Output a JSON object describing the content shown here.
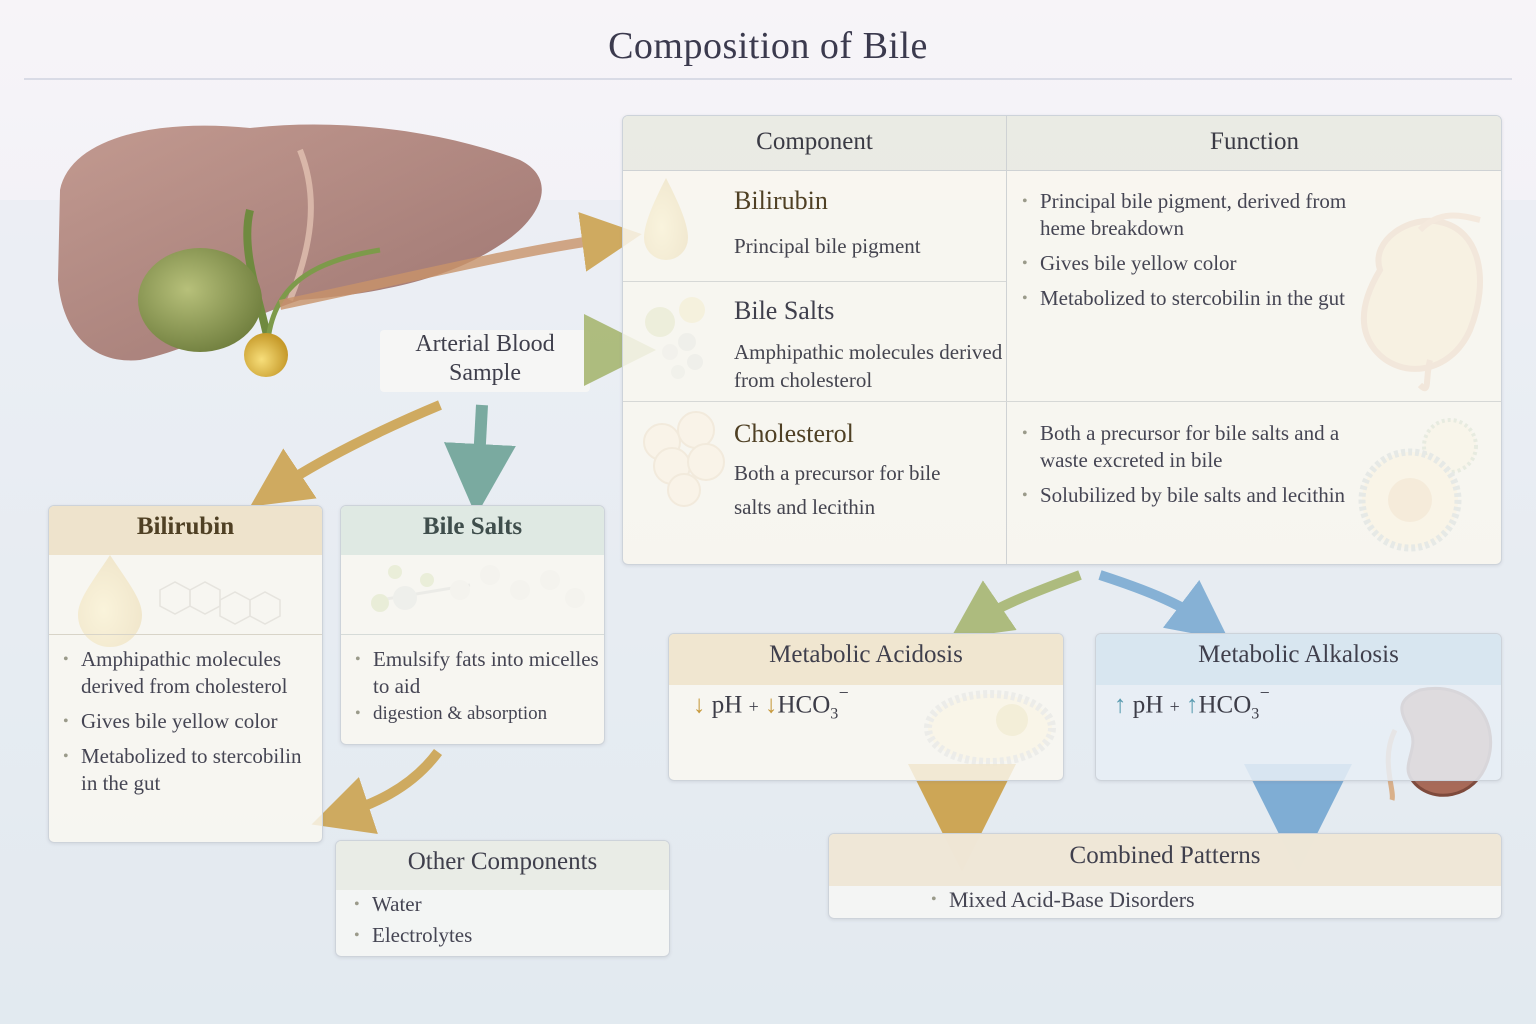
{
  "title": "Composition of Bile",
  "sample_label": "Arterial Blood Sample",
  "table": {
    "header_component": "Component",
    "header_function": "Function",
    "rows": [
      {
        "name": "Bilirubin",
        "desc": "Principal bile pigment",
        "functions": [
          "Principal bile pigment, derived from heme breakdown",
          "Gives bile yellow color",
          "Metabolized to stercobilin in the gut"
        ]
      },
      {
        "name": "Bile Salts",
        "desc": "Amphipathic molecules derived from cholesterol",
        "functions": []
      },
      {
        "name": "Cholesterol",
        "desc": "Both a precursor for bile salts and lecithin",
        "functions": [
          "Both a precursor for bile salts and a waste excreted in bile",
          "Solubilized by bile salts and lecithin"
        ]
      }
    ]
  },
  "bilirubin_card": {
    "title": "Bilirubin",
    "items": [
      "Amphipathic molecules derived from cholesterol",
      "Gives bile yellow color",
      "Metabolized to stercobilin in the gut"
    ]
  },
  "bile_salts_card": {
    "title": "Bile Salts",
    "items": [
      "Emulsify fats into micelles to aid",
      "digestion & absorption"
    ]
  },
  "other_card": {
    "title": "Other Components",
    "items": [
      "Water",
      "Electrolytes"
    ]
  },
  "acidosis": {
    "title": "Metabolic Acidosis",
    "ph": "pH",
    "plus": "+",
    "hco3": "HCO",
    "sub": "3",
    "sup": "⁻",
    "arrow": "↓"
  },
  "alkalosis": {
    "title": "Metabolic Alkalosis",
    "ph": "pH",
    "plus": "+",
    "hco3": "HCO",
    "sub": "3",
    "sup": "⁻",
    "arrow": "↑"
  },
  "combined": {
    "title": "Combined Patterns",
    "item": "Mixed Acid-Base Disorders"
  },
  "colors": {
    "gold": "#c99a3c",
    "teal": "#5f9a8c",
    "olive": "#9fb062",
    "blue": "#6ea3cf"
  }
}
